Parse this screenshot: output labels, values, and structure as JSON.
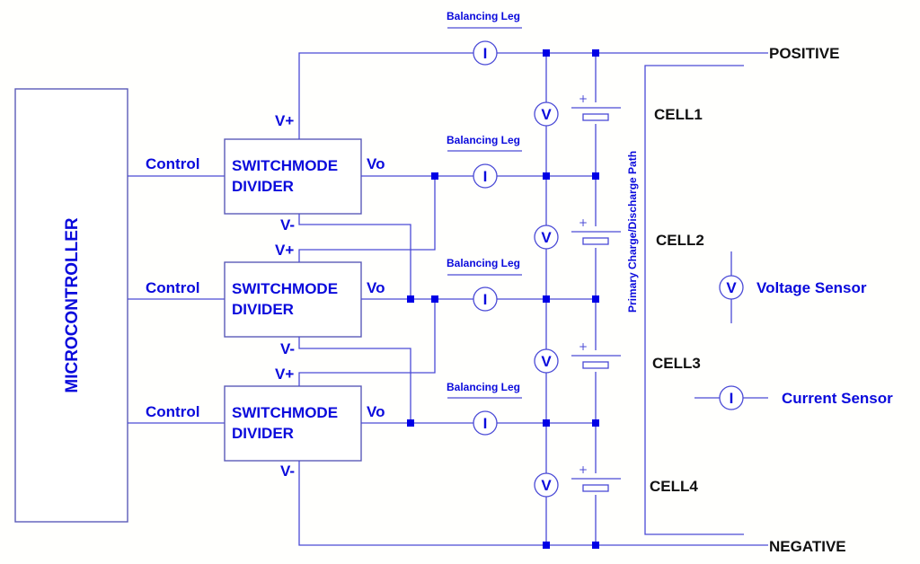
{
  "diagram": {
    "microcontroller": {
      "label": "MICROCONTROLLER"
    },
    "dividers": [
      {
        "title_line1": "SWITCHMODE",
        "title_line2": "DIVIDER",
        "control": "Control",
        "vplus": "V+",
        "vminus": "V-",
        "vo": "Vo"
      },
      {
        "title_line1": "SWITCHMODE",
        "title_line2": "DIVIDER",
        "control": "Control",
        "vplus": "V+",
        "vminus": "V-",
        "vo": "Vo"
      },
      {
        "title_line1": "SWITCHMODE",
        "title_line2": "DIVIDER",
        "control": "Control",
        "vplus": "V+",
        "vminus": "V-",
        "vo": "Vo"
      }
    ],
    "balancing_legs": [
      "Balancing Leg",
      "Balancing Leg",
      "Balancing Leg",
      "Balancing Leg"
    ],
    "current_meter_symbol": "I",
    "voltage_meter_symbol": "V",
    "battery_plus": "+",
    "cells": [
      "CELL1",
      "CELL2",
      "CELL3",
      "CELL4"
    ],
    "rails": {
      "positive": "POSITIVE",
      "negative": "NEGATIVE"
    },
    "primary_path_label": "Primary Charge/Discharge Path",
    "legend": {
      "voltage_sensor": "Voltage Sensor",
      "current_sensor": "Current Sensor"
    },
    "colors": {
      "wire": "#4a4ad6",
      "text_blue": "#0a0adc",
      "text_black": "#111111",
      "node": "#0000e6"
    }
  }
}
